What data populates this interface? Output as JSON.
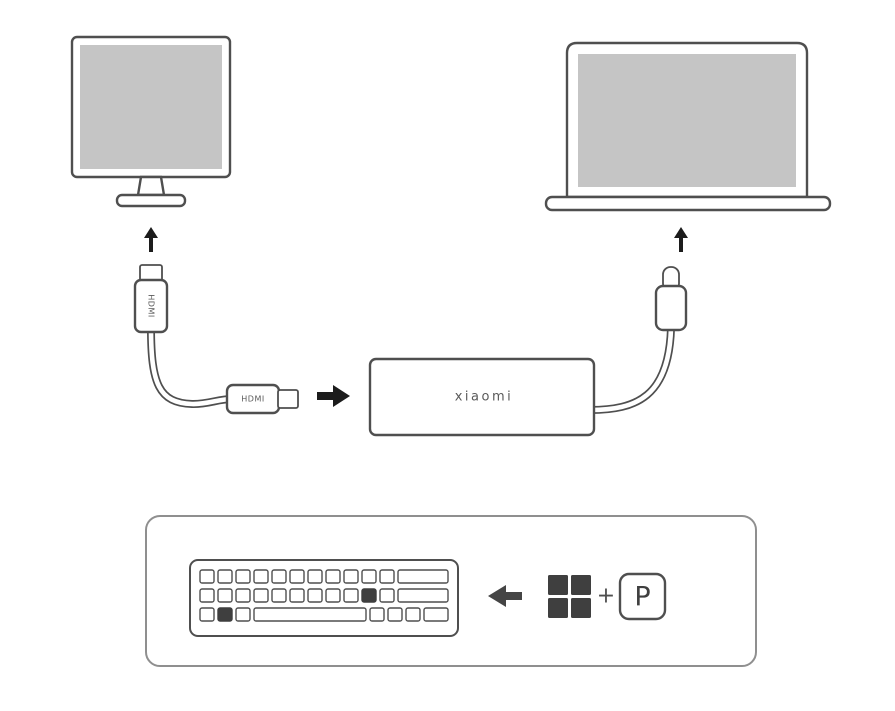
{
  "colors": {
    "outline": "#4f4f4f",
    "screen": "#c5c5c5",
    "arrow": "#1c1c1c",
    "arrow-muted": "#454545",
    "key-dark": "#3f3f3f",
    "panel-border": "#8f8f8f",
    "text-muted": "#5a5a5a"
  },
  "diagram": {
    "hub": {
      "brand_label": "xiaomi"
    },
    "hdmi_cable": {
      "vertical_plug_label": "HDMI",
      "horizontal_plug_label": "HDMI"
    },
    "shortcut": {
      "plus_sign": "+",
      "key_label": "P"
    }
  },
  "icons": {
    "up_arrow_monitor": "up-arrow",
    "up_arrow_laptop": "up-arrow",
    "flow_arrow_right": "right-arrow",
    "flow_arrow_left": "left-arrow",
    "windows_logo": "windows-logo-4-squares",
    "keyboard_highlighted_keys": [
      "windows-key",
      "p-key"
    ]
  }
}
